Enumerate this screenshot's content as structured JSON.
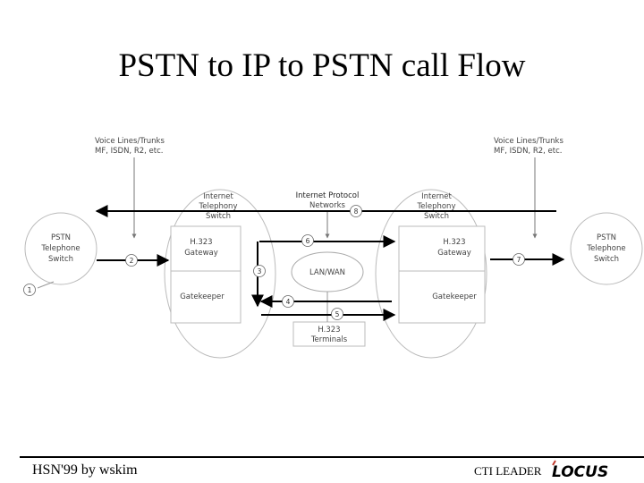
{
  "slide": {
    "title": "PSTN to IP to PSTN call Flow",
    "footer_left": "HSN'99 by wskim",
    "footer_center": "CTI LEADER",
    "logo_text": "LOCUS"
  },
  "diagram": {
    "voice_left": [
      "Voice Lines/Trunks",
      "MF, ISDN, R2, etc."
    ],
    "voice_right": [
      "Voice Lines/Trunks",
      "MF, ISDN, R2, etc."
    ],
    "its_left": [
      "Internet",
      "Telephony",
      "Switch"
    ],
    "its_right": [
      "Internet",
      "Telephony",
      "Switch"
    ],
    "ipn": [
      "Internet Protocol",
      "Networks"
    ],
    "pstn_left": [
      "PSTN",
      "Telephone",
      "Switch"
    ],
    "pstn_right": [
      "PSTN",
      "Telephone",
      "Switch"
    ],
    "gw_left": [
      "H.323",
      "Gateway"
    ],
    "gw_right": [
      "H.323",
      "Gateway"
    ],
    "gk_left": "Gatekeeper",
    "gk_right": "Gatekeeper",
    "lanwan": "LAN/WAN",
    "terminals": [
      "H.323",
      "Terminals"
    ],
    "steps": [
      "1",
      "2",
      "3",
      "4",
      "5",
      "6",
      "7",
      "8"
    ]
  }
}
